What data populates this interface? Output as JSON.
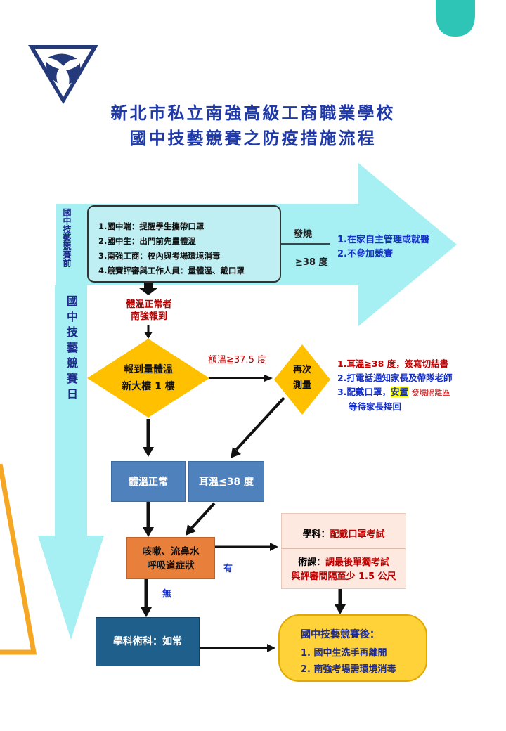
{
  "title": {
    "line1": "新北市私立南強高級工商職業學校",
    "line2": "國中技藝競賽之防疫措施流程"
  },
  "colors": {
    "cyan": "#9eeef3",
    "yellow": "#ffcc00",
    "blue": "#4f81bd",
    "orange": "#e8803c",
    "navy": "#1f4e79",
    "teal": "#2ec4b6"
  },
  "pre_arrow": {
    "side_label": "國中技藝競賽前",
    "items": [
      "1.國中端：提醒學生攜帶口罩",
      "2.國中生：出門前先量體溫",
      "3.南強工商：校內與考場環境消毒",
      "4.競賽評審與工作人員：量體溫、戴口罩"
    ],
    "fever_label": "發燒",
    "threshold": "≧38 度",
    "outcomes": [
      "1.在家自主管理或就醫",
      "2.不參加競賽"
    ]
  },
  "day": {
    "side_label": "國中技藝競賽日",
    "normal_temp": [
      "體溫正常者",
      "南強報到"
    ],
    "checkin": [
      "報到量體溫",
      "新大樓 1 樓"
    ],
    "forehead": "額溫≧37.5 度",
    "remeasure": [
      "再次",
      "測量"
    ],
    "fever_steps": [
      "1.耳溫≧38 度，簽寫切結書",
      "2.打電話通知家長及帶隊老師",
      "3.配戴口罩，"
    ],
    "placed": "安置",
    "isolation": "發燒隔離區",
    "wait_parent": "等待家長接回",
    "box_normal": "體溫正常",
    "box_ear": "耳溫≦38 度",
    "symptoms": [
      "咳嗽、流鼻水",
      "呼吸道症狀"
    ],
    "yes": "有",
    "no": "無",
    "academic_label": "學科：",
    "academic_value": "配戴口罩考試",
    "practical_label": "術課：",
    "practical_value": "調最後單獨考試",
    "distance": "與評審間隔至少 1.5 公尺",
    "normal_result": "學科術科：如常",
    "after_title": "國中技藝競賽後：",
    "after_items": [
      "1.  國中生洗手再離開",
      "2.  南強考場需環境消毒"
    ]
  }
}
